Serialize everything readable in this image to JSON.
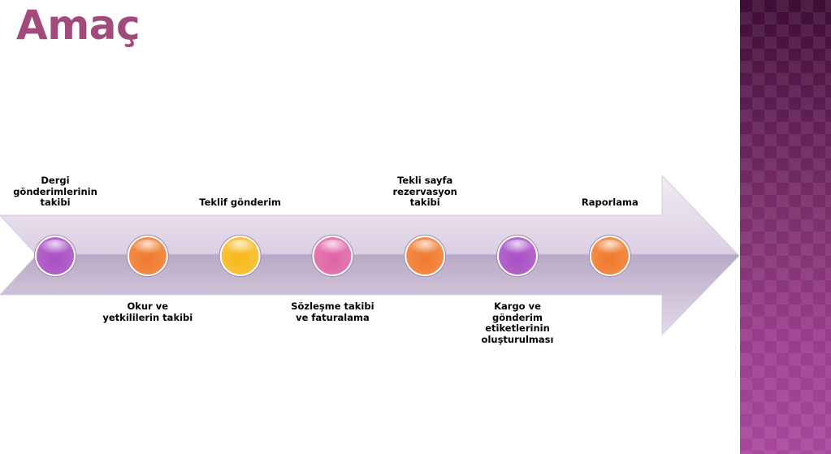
{
  "slide": {
    "title": "Amaç"
  },
  "timeline": {
    "steps": [
      {
        "label": "Dergi gönderimlerinin takibi",
        "position": "above",
        "color": "purple"
      },
      {
        "label": "Okur ve yetkililerin takibi",
        "position": "below",
        "color": "orange"
      },
      {
        "label": "Teklif gönderim",
        "position": "above",
        "color": "yellow"
      },
      {
        "label": "Sözleşme takibi ve faturalama",
        "position": "below",
        "color": "pink"
      },
      {
        "label": "Tekli sayfa rezervasyon takibi",
        "position": "above",
        "color": "orange"
      },
      {
        "label": "Kargo ve gönderim etiketlerinin oluşturulması",
        "position": "below",
        "color": "purple"
      },
      {
        "label": "Raporlama",
        "position": "above",
        "color": "orange"
      }
    ]
  },
  "colors": {
    "title": "#a24a7c",
    "arrow_light": "#ece3f0",
    "arrow_dark": "#b6a5c4",
    "side_panel": "#7b2f6c",
    "purple": "#a94fc4",
    "orange": "#f07a2c",
    "yellow": "#f7b91d",
    "pink": "#e064a6"
  }
}
